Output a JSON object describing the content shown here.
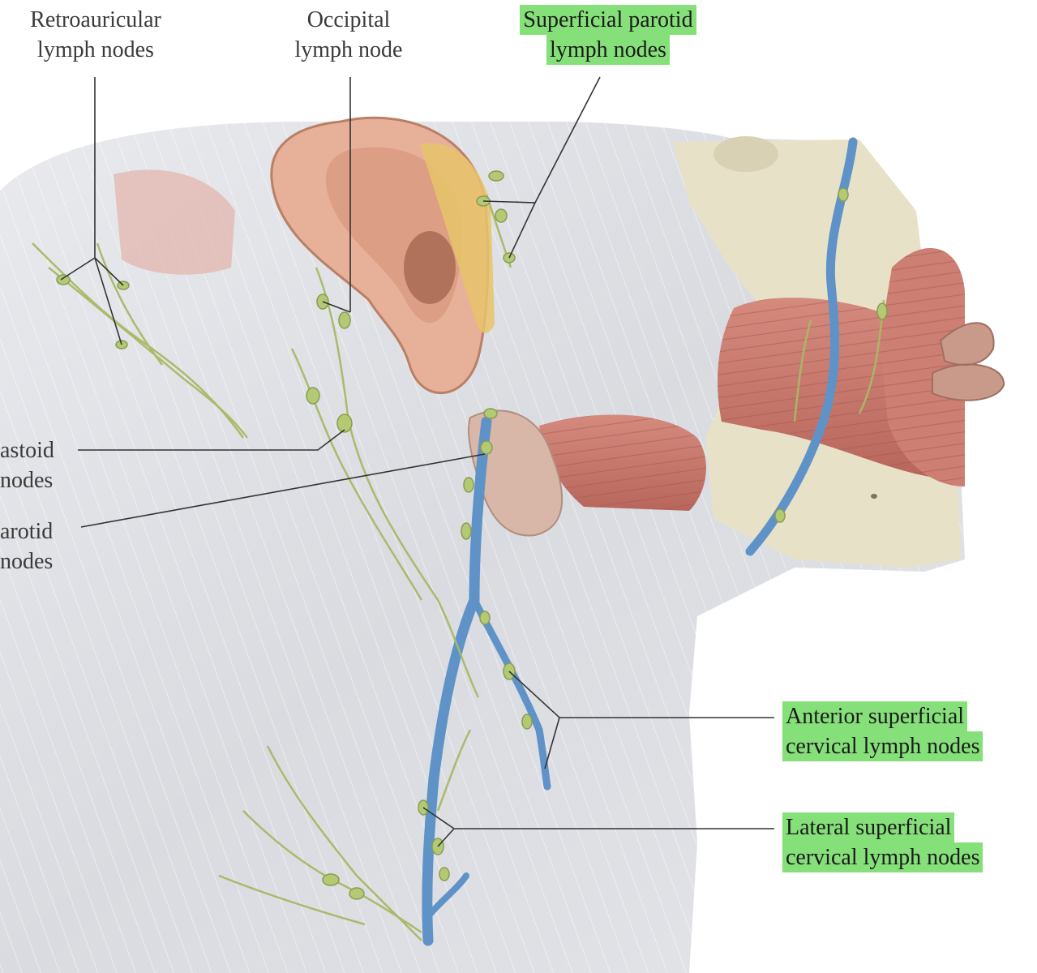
{
  "figure": {
    "subject": "Superficial lymph nodes of the head and neck, lateral view",
    "highlight_color": "#86e07a",
    "skin_color": "#dfe0e4",
    "muscle_color": "#c9776c",
    "bone_color": "#e6e0c8",
    "vein_color": "#5f93c8",
    "lymph_color": "#b4c974",
    "ear_color": "#e8b29a"
  },
  "labels": {
    "retroauricular": {
      "line1": "Retroauricular",
      "line2": "lymph nodes",
      "highlighted": false
    },
    "occipital": {
      "line1": "Occipital",
      "line2": "lymph node",
      "highlighted": false
    },
    "superficial_parotid": {
      "line1": "Superficial parotid",
      "line2": "lymph nodes",
      "highlighted": true
    },
    "mastoid": {
      "line1": "astoid",
      "line2": "nodes",
      "highlighted": false
    },
    "parotid": {
      "line1": "arotid",
      "line2": "nodes",
      "highlighted": false
    },
    "anterior_superficial_cervical": {
      "line1": "Anterior superficial",
      "line2": "cervical lymph nodes",
      "highlighted": true
    },
    "lateral_superficial_cervical": {
      "line1": "Lateral superficial",
      "line2": "cervical lymph nodes",
      "highlighted": true
    }
  }
}
